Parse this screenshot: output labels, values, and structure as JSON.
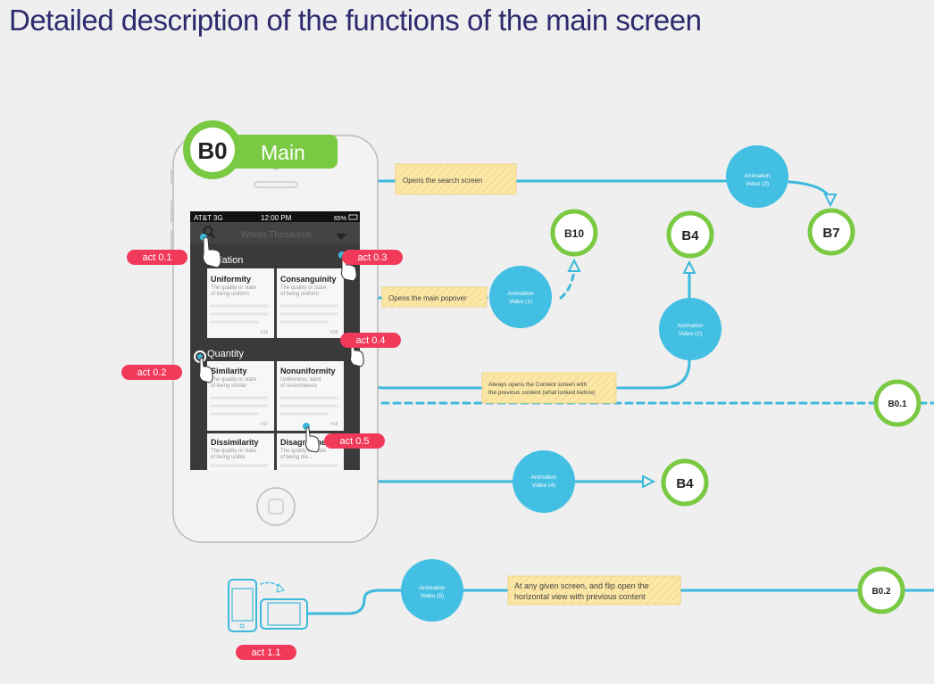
{
  "title": "Detailed description of the functions of the main screen",
  "header_badge": {
    "code": "B0",
    "label": "Main"
  },
  "phone": {
    "status_carrier": "AT&T 3G",
    "status_time": "12:00 PM",
    "status_battery": "65%",
    "nav_title": "Words Thesaurus",
    "section1": "Relation",
    "section2": "Quantity",
    "cards": [
      {
        "title": "Uniformity",
        "desc1": "The quality or state",
        "desc2": "of being uniform",
        "num": "#16"
      },
      {
        "title": "Consanguinity",
        "desc1": "The quality or state",
        "desc2": "of being uniform",
        "num": "#16"
      },
      {
        "title": "Similarity",
        "desc1": "The quality or state",
        "desc2": "of being similar",
        "num": "#17"
      },
      {
        "title": "Nonuniformity",
        "desc1": "Unlikeness; want",
        "desc2": "of resemblance",
        "num": "#18"
      },
      {
        "title": "Dissimilarity",
        "desc1": "The quality or state",
        "desc2": "of being unlike",
        "num": ""
      },
      {
        "title": "Disagreement",
        "desc1": "The quality or state",
        "desc2": "of being dis...",
        "num": ""
      }
    ]
  },
  "actions": {
    "a01": "act 0.1",
    "a02": "act 0.2",
    "a03": "act 0.3",
    "a04": "act 0.4",
    "a05": "act 0.5",
    "a11": "act 1.1"
  },
  "notes": {
    "search": "Opens the search screen",
    "popover": "Opens the main popover",
    "content1": "Always opens the Content screen with",
    "content2": "the previous content (what looked before)",
    "flip1": "At any given screen, and flip open the",
    "flip2": "horizontal view with previous content"
  },
  "videos": {
    "v1a": "Animation",
    "v1b": "Video (1)",
    "v2a": "Animation",
    "v2b": "Video (2)",
    "v3a": "Animation",
    "v3b": "Video (3)",
    "v4a": "Animation",
    "v4b": "Video (4)",
    "v5a": "Animation",
    "v5b": "Video (5)"
  },
  "targets": {
    "b7": "B7",
    "b10": "B10",
    "b4_top": "B4",
    "b4_bottom": "B4",
    "b01": "B0.1",
    "b02": "B0.2"
  },
  "colors": {
    "background": "#efefef",
    "line_blue": "#3db9dc",
    "video_blue": "#42bfe3",
    "green": "#7ac943",
    "action_red": "#f1395a",
    "note_yellow": "#fbe7a8",
    "title_navy": "#2d2a6e"
  }
}
